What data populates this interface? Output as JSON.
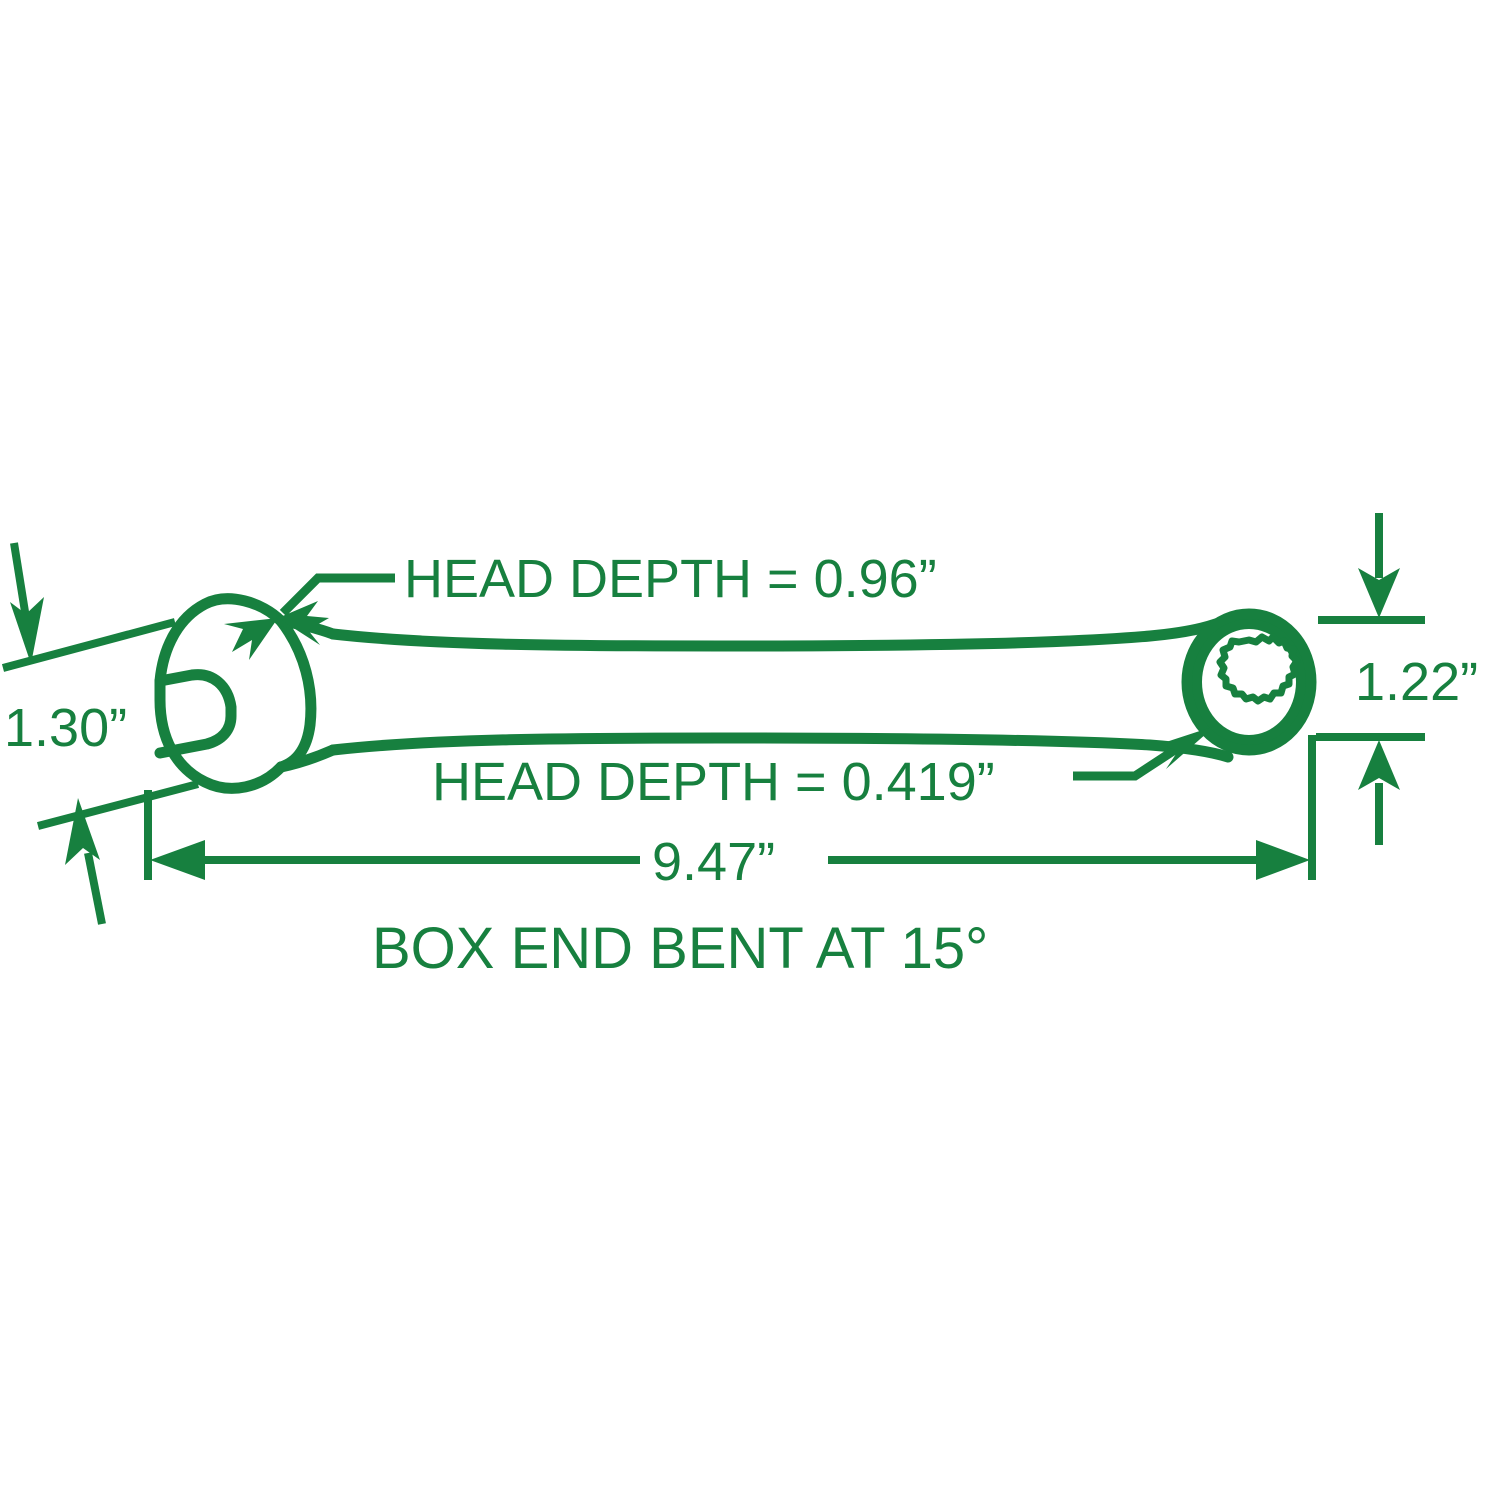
{
  "diagram": {
    "title": "Combination Wrench Dimension Diagram",
    "subject": "combination ratcheting wrench",
    "line_color": "#17803f",
    "background_color": "#ffffff"
  },
  "annotations": {
    "open_end_head_depth": "HEAD DEPTH = 0.96”",
    "box_end_head_depth": "HEAD DEPTH = 0.419”",
    "overall_length": "9.47”",
    "open_end_head_width": "1.30”",
    "box_end_head_width": "1.22”",
    "bend_note": "BOX END BENT AT 15°"
  },
  "chart_data": {
    "type": "table",
    "title": "Combination Wrench Dimensions",
    "categories": [
      "Open end head depth",
      "Box end head depth",
      "Overall length",
      "Open end head width",
      "Box end head width",
      "Box end bend angle"
    ],
    "values": [
      0.96,
      0.419,
      9.47,
      1.3,
      1.22,
      15
    ],
    "units": [
      "in",
      "in",
      "in",
      "in",
      "in",
      "deg"
    ],
    "labels": [
      "HEAD DEPTH = 0.96”",
      "HEAD DEPTH = 0.419”",
      "9.47”",
      "1.30”",
      "1.22”",
      "BOX END BENT AT 15°"
    ]
  },
  "icons": {
    "open_end_jaw": "open-end-wrench-jaw",
    "box_end_ring": "box-end-ring-12-point",
    "arrow_down": "arrow-down-icon",
    "arrow_up": "arrow-up-icon",
    "arrow_left": "arrow-left-icon",
    "arrow_right": "arrow-right-icon"
  }
}
